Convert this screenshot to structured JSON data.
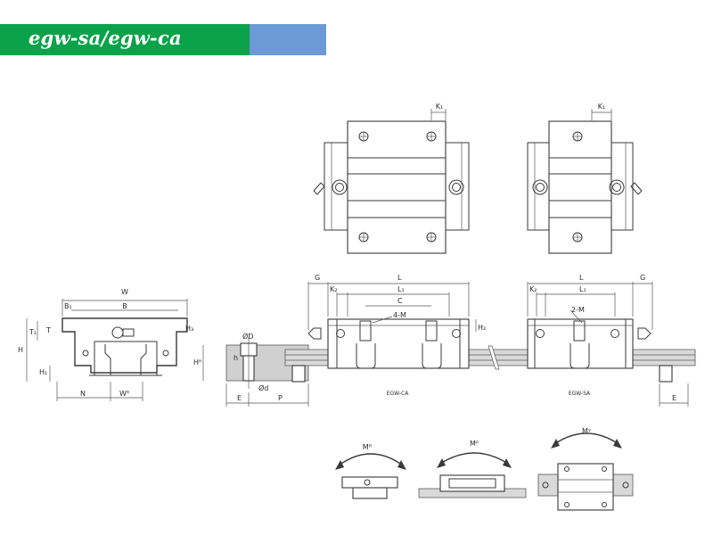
{
  "header": {
    "title": "egw-sa/egw-ca",
    "green": "#0aa34a",
    "blue": "#6c9ad6"
  },
  "labels": {
    "W": "W",
    "B": "B",
    "B1": "B₁",
    "T": "T",
    "T1": "T₁",
    "H": "H",
    "H1": "H₁",
    "H3": "H₃",
    "HR": "Hᴿ",
    "N": "N",
    "WR": "Wᴿ",
    "D": "ØD",
    "d": "Ød",
    "h": "h",
    "E": "E",
    "P": "P",
    "G_ca": "G",
    "L_ca": "L",
    "K2_ca": "K₂",
    "L1_ca": "L₁",
    "C": "C",
    "M4": "4-M",
    "H2_ca": "H₂",
    "L_sa": "L",
    "K2_sa": "K₂",
    "L1_sa": "L₁",
    "G_sa": "G",
    "M2": "2-M",
    "E_sa": "E",
    "K1_ca": "K₁",
    "K1_sa": "K₁",
    "egwca": "EGW-CA",
    "egwsa": "EGW-SA",
    "MR": "Mᴿ",
    "MP": "Mᴾ",
    "MY": "Mᵞ"
  }
}
